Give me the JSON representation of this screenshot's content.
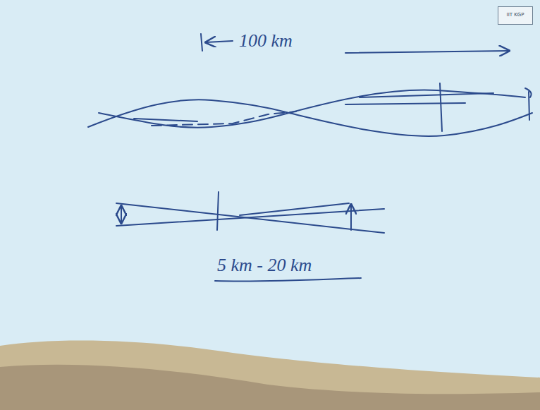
{
  "diagram": {
    "nodes": [
      {
        "text": [
          "IIT KGP"
        ]
      }
    ],
    "labels": [
      "100 km",
      "5 km - 20 km"
    ]
  }
}
